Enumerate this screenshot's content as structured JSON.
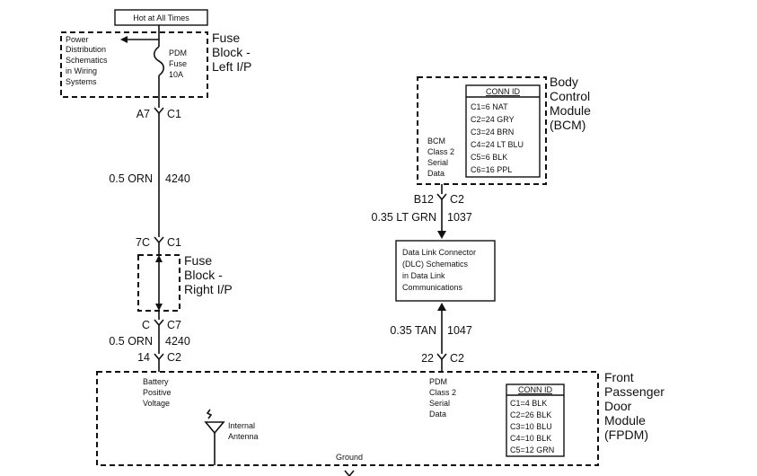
{
  "hot_label": "Hot at All Times",
  "fuse_left": {
    "title_lines": [
      "Fuse",
      "Block -",
      "Left I/P"
    ],
    "ref_lines": [
      "Power",
      "Distribution",
      "Schematics",
      "in Wiring",
      "Systems"
    ],
    "fuse_lines": [
      "PDM",
      "Fuse",
      "10A"
    ]
  },
  "conn_a7": {
    "pin": "A7",
    "conn": "C1"
  },
  "wire1": {
    "spec": "0.5 ORN",
    "circuit": "4240"
  },
  "conn_7c": {
    "pin": "7C",
    "conn": "C1"
  },
  "fuse_right": {
    "title_lines": [
      "Fuse",
      "Block -",
      "Right I/P"
    ]
  },
  "conn_c": {
    "pin": "C",
    "conn": "C7"
  },
  "wire2": {
    "spec": "0.5 ORN",
    "circuit": "4240"
  },
  "conn_14": {
    "pin": "14",
    "conn": "C2"
  },
  "bcm": {
    "title_lines": [
      "Body",
      "Control",
      "Module",
      "(BCM)"
    ],
    "data_lines": [
      "BCM",
      "Class 2",
      "Serial",
      "Data"
    ],
    "conn_header": "CONN ID",
    "conn_rows": [
      "C1=6 NAT",
      "C2=24 GRY",
      "C3=24 BRN",
      "C4=24 LT BLU",
      "C5=6 BLK",
      "C6=16 PPL"
    ]
  },
  "conn_b12": {
    "pin": "B12",
    "conn": "C2"
  },
  "wire3": {
    "spec": "0.35 LT GRN",
    "circuit": "1037"
  },
  "dlc_lines": [
    "Data Link Connector",
    "(DLC) Schematics",
    "in Data Link",
    "Communications"
  ],
  "wire4": {
    "spec": "0.35 TAN",
    "circuit": "1047"
  },
  "conn_22": {
    "pin": "22",
    "conn": "C2"
  },
  "fpdm": {
    "title_lines": [
      "Front",
      "Passenger",
      "Door",
      "Module",
      "(FPDM)"
    ],
    "battery_lines": [
      "Battery",
      "Positive",
      "Voltage"
    ],
    "data_lines": [
      "PDM",
      "Class 2",
      "Serial",
      "Data"
    ],
    "antenna_lines": [
      "Internal",
      "Antenna"
    ],
    "ground_label": "Ground",
    "conn_header": "CONN ID",
    "conn_rows": [
      "C1=4 BLK",
      "C2=26 BLK",
      "C3=10 BLU",
      "C4=10 BLK",
      "C5=12 GRN"
    ]
  }
}
